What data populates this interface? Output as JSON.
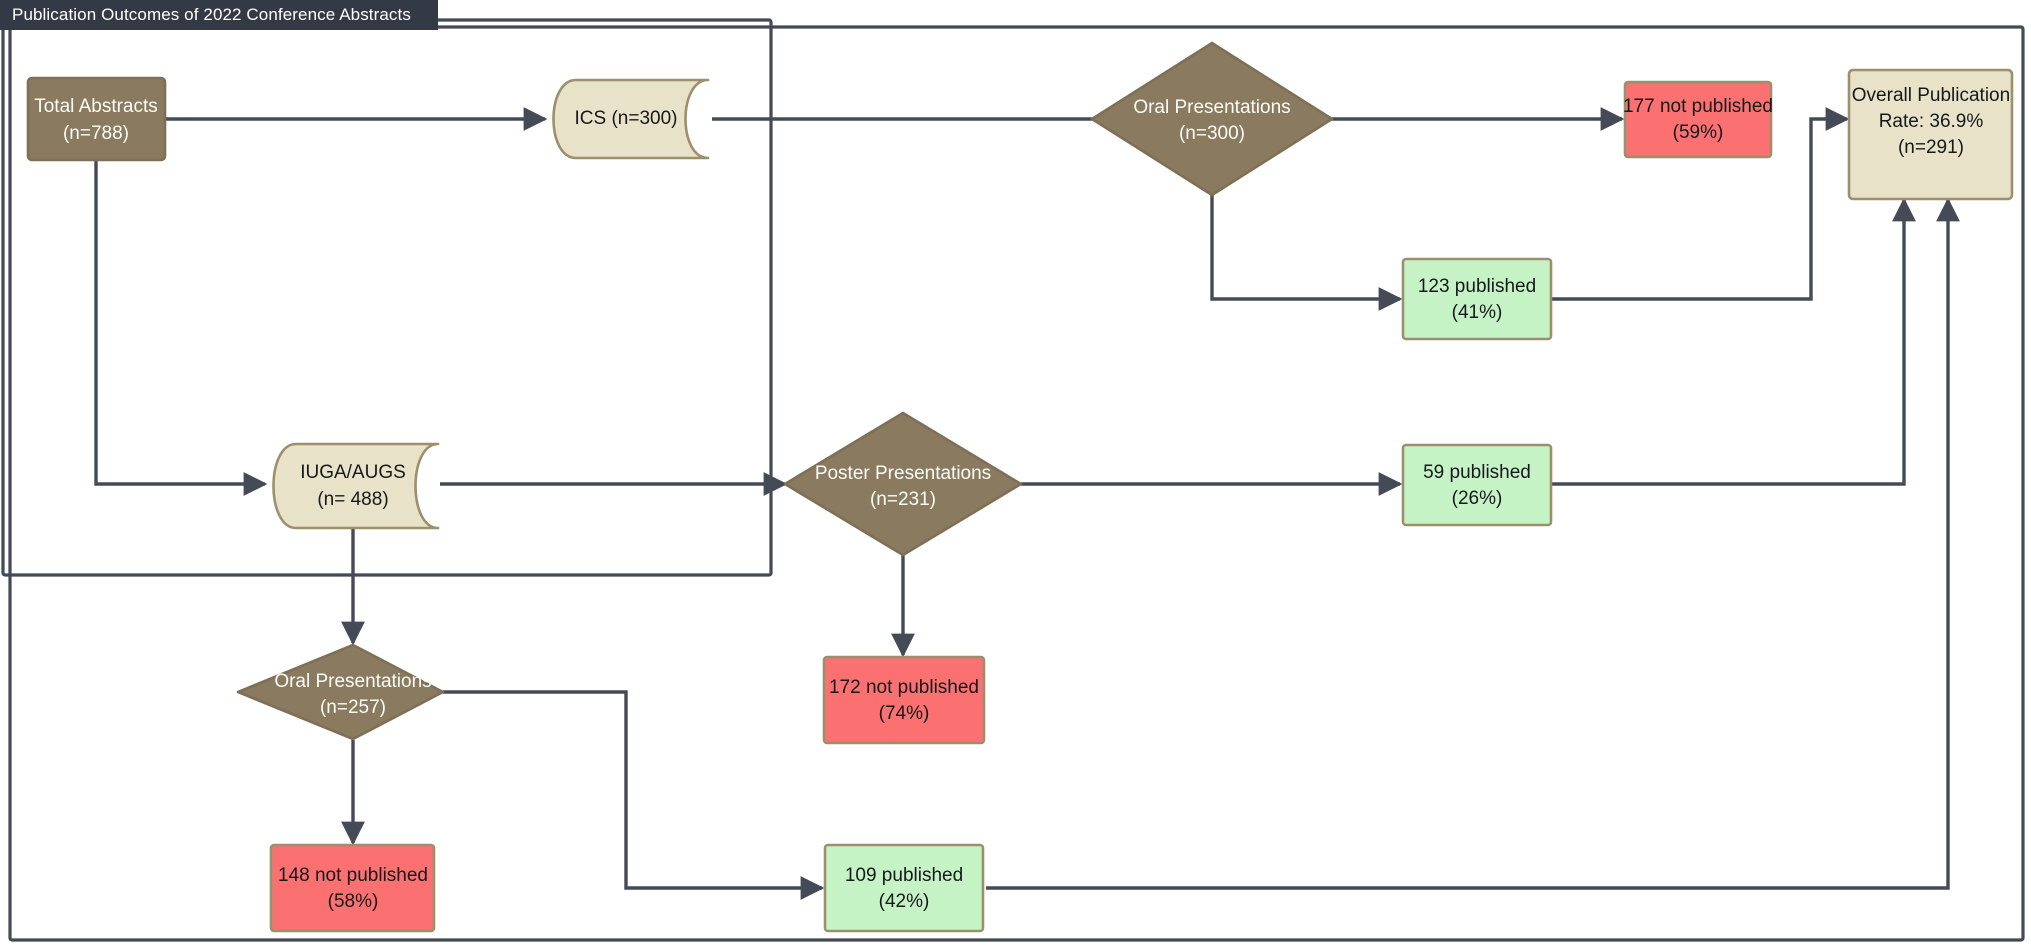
{
  "window": {
    "title": "Publication Outcomes of 2022 Conference Abstracts"
  },
  "palette": {
    "title_bar_bg": "#343a45",
    "title_bar_text": "#ffffff",
    "brown_fill": "#8a7b60",
    "brown_stroke": "#7d7057",
    "beige_fill": "#e8e3c8",
    "beige_stroke": "#9b8f6e",
    "green_fill": "#c6f3c6",
    "green_stroke": "#9b8f6e",
    "red_fill": "#fb7070",
    "red_stroke": "#9b8f6e",
    "edge_stroke": "#444b57",
    "frame_stroke": "#434a55",
    "text_dark": "#17181c",
    "text_light": "#fdfcf6"
  },
  "chart_data": {
    "type": "diagram",
    "title": "Publication Outcomes of 2022 Conference Abstracts",
    "nodes": [
      {
        "id": "total",
        "shape": "rect",
        "label_lines": [
          "Total Abstracts",
          "(n=788)"
        ],
        "fill": "brown",
        "text": "light"
      },
      {
        "id": "ics",
        "shape": "document",
        "label_lines": [
          "ICS (n=300)"
        ],
        "fill": "beige",
        "text": "dark"
      },
      {
        "id": "ics_oral",
        "shape": "diamond",
        "label_lines": [
          "Oral Presentations",
          "(n=300)"
        ],
        "fill": "brown",
        "text": "light"
      },
      {
        "id": "ics_oral_np",
        "shape": "rect",
        "label_lines": [
          "177 not published",
          "(59%)"
        ],
        "fill": "red",
        "text": "dark"
      },
      {
        "id": "ics_oral_p",
        "shape": "rect",
        "label_lines": [
          "123 published",
          "(41%)"
        ],
        "fill": "green",
        "text": "dark"
      },
      {
        "id": "iuga",
        "shape": "document",
        "label_lines": [
          "IUGA/AUGS",
          "(n= 488)"
        ],
        "fill": "beige",
        "text": "dark"
      },
      {
        "id": "poster",
        "shape": "diamond",
        "label_lines": [
          "Poster Presentations",
          "(n=231)"
        ],
        "fill": "brown",
        "text": "light"
      },
      {
        "id": "poster_p",
        "shape": "rect",
        "label_lines": [
          "59 published",
          "(26%)"
        ],
        "fill": "green",
        "text": "dark"
      },
      {
        "id": "poster_np",
        "shape": "rect",
        "label_lines": [
          "172 not published",
          "(74%)"
        ],
        "fill": "red",
        "text": "dark"
      },
      {
        "id": "iuga_oral",
        "shape": "diamond",
        "label_lines": [
          "Oral Presentations",
          "(n=257)"
        ],
        "fill": "brown",
        "text": "light"
      },
      {
        "id": "iuga_oral_np",
        "shape": "rect",
        "label_lines": [
          "148 not published",
          "(58%)"
        ],
        "fill": "red",
        "text": "dark"
      },
      {
        "id": "iuga_oral_p",
        "shape": "rect",
        "label_lines": [
          "109 published",
          "(42%)"
        ],
        "fill": "green",
        "text": "dark"
      },
      {
        "id": "overall",
        "shape": "rect",
        "label_lines": [
          "Overall Publication",
          "Rate: 36.9%",
          "(n=291)"
        ],
        "fill": "beige",
        "text": "dark"
      }
    ],
    "edges": [
      {
        "from": "total",
        "to": "ics"
      },
      {
        "from": "total",
        "to": "iuga"
      },
      {
        "from": "ics",
        "to": "ics_oral"
      },
      {
        "from": "ics_oral",
        "to": "ics_oral_np"
      },
      {
        "from": "ics_oral",
        "to": "ics_oral_p"
      },
      {
        "from": "ics_oral_p",
        "to": "overall"
      },
      {
        "from": "iuga",
        "to": "poster"
      },
      {
        "from": "iuga",
        "to": "iuga_oral"
      },
      {
        "from": "poster",
        "to": "poster_p"
      },
      {
        "from": "poster",
        "to": "poster_np"
      },
      {
        "from": "poster_p",
        "to": "overall"
      },
      {
        "from": "iuga_oral",
        "to": "iuga_oral_np"
      },
      {
        "from": "iuga_oral",
        "to": "iuga_oral_p"
      },
      {
        "from": "iuga_oral_p",
        "to": "overall"
      }
    ],
    "labels": {
      "total": {
        "line1": "Total Abstracts",
        "line2": "(n=788)"
      },
      "ics": {
        "line1": "ICS (n=300)"
      },
      "ics_oral": {
        "line1": "Oral Presentations",
        "line2": "(n=300)"
      },
      "ics_oral_np": {
        "line1": "177 not published",
        "line2": "(59%)"
      },
      "ics_oral_p": {
        "line1": "123 published",
        "line2": "(41%)"
      },
      "iuga": {
        "line1": "IUGA/AUGS",
        "line2": "(n= 488)"
      },
      "poster": {
        "line1": "Poster Presentations",
        "line2": "(n=231)"
      },
      "poster_p": {
        "line1": "59 published",
        "line2": "(26%)"
      },
      "poster_np": {
        "line1": "172 not published",
        "line2": "(74%)"
      },
      "iuga_oral": {
        "line1": "Oral Presentations",
        "line2": "(n=257)"
      },
      "iuga_oral_np": {
        "line1": "148 not published",
        "line2": "(58%)"
      },
      "iuga_oral_p": {
        "line1": "109 published",
        "line2": "(42%)"
      },
      "overall": {
        "line1": "Overall Publication",
        "line2": "Rate: 36.9%",
        "line3": "(n=291)"
      }
    }
  }
}
